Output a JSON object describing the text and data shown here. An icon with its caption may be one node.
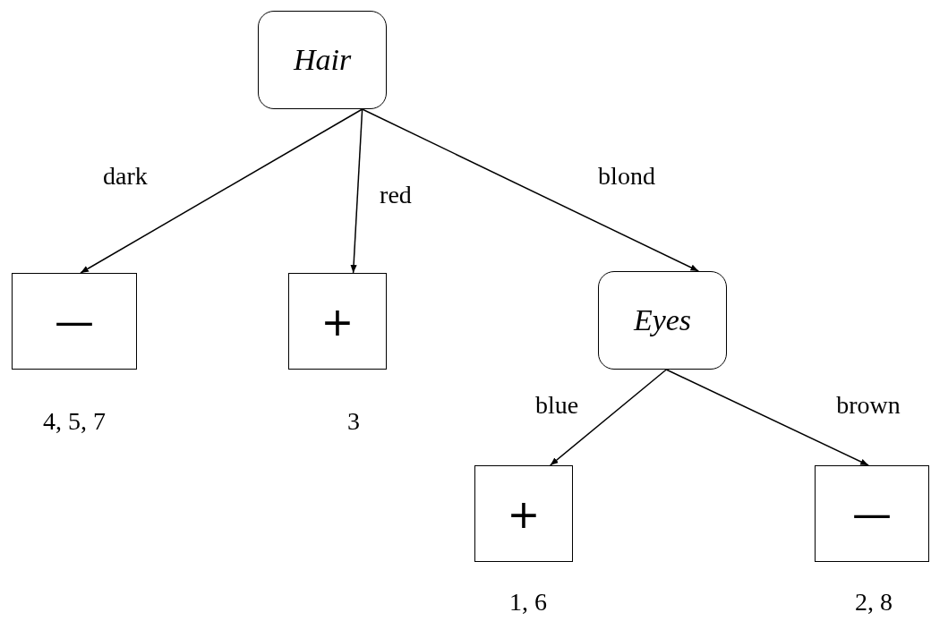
{
  "diagram": {
    "nodes": [
      {
        "text": [
          "Hair"
        ]
      },
      {
        "text": [
          "—"
        ],
        "beside": [
          "4, 5, 7"
        ]
      },
      {
        "text": [
          "+"
        ],
        "beside": [
          "3"
        ]
      },
      {
        "text": [
          "Eyes"
        ]
      },
      {
        "text": [
          "+"
        ],
        "beside": [
          "1, 6"
        ]
      },
      {
        "text": [
          "—"
        ],
        "beside": [
          "2, 8"
        ]
      }
    ],
    "edges": [
      {
        "from": 0,
        "to": 1,
        "arrow": "to",
        "label": "dark"
      },
      {
        "from": 0,
        "to": 2,
        "arrow": "to",
        "label": "red"
      },
      {
        "from": 0,
        "to": 3,
        "arrow": "to",
        "label": "blond"
      },
      {
        "from": 3,
        "to": 4,
        "arrow": "to",
        "label": "blue"
      },
      {
        "from": 3,
        "to": 5,
        "arrow": "to",
        "label": "brown"
      }
    ]
  }
}
